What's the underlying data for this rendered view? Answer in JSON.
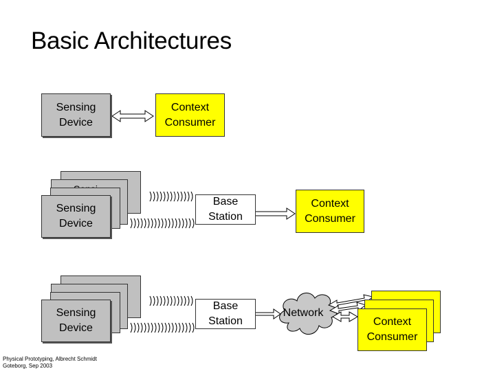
{
  "title": "Basic Architectures",
  "footer": "Physical Prototyping, Albrecht Schmidt\nGoteborg, Sep 2003",
  "row1": {
    "sensing_device": "Sensing\nDevice",
    "context_consumer": "Context\nConsumer"
  },
  "row2": {
    "sensing_device": "Sensing\nDevice",
    "sensing_device_back": "Sensi",
    "base_station": "Base\nStation",
    "context_consumer": "Context\nConsumer"
  },
  "row3": {
    "sensing_device": "Sensing\nDevice",
    "base_station": "Base\nStation",
    "network": "Network",
    "context_consumer": "Context\nConsumer"
  },
  "colors": {
    "grey": "#c0c0c0",
    "yellow": "#ffff00",
    "cloud": "#c8c8c8"
  }
}
